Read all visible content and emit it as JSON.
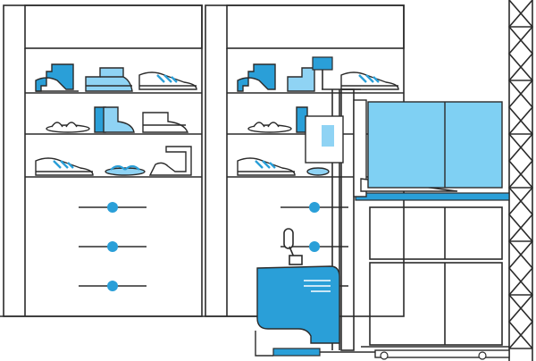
{
  "palette": {
    "background": "#ffffff",
    "line": "#2b2b2b",
    "blue": "#2a9fd8",
    "light_blue": "#8fd3f4",
    "box_blue": "#7fd0f3"
  },
  "illustration": {
    "subject": "warehouse-shoe-storage-with-stacker-forklift",
    "cabinets": [
      {
        "name": "left-cabinet",
        "shoe_shelves": 3,
        "drawers": 3
      },
      {
        "name": "right-cabinet",
        "shoe_shelves": 3,
        "drawers": 3
      }
    ],
    "forklift": {
      "name": "stacker-forklift",
      "carried_load": "shoe-box-stack"
    },
    "pallet_rack": {
      "name": "right-pallet-rack",
      "stacked_boxes": 4
    }
  },
  "icons": [
    "high-heel-shoe-icon",
    "ankle-boot-icon",
    "sneaker-icon",
    "sandal-icon",
    "rain-boot-icon",
    "loafer-icon",
    "flip-flop-icon"
  ]
}
